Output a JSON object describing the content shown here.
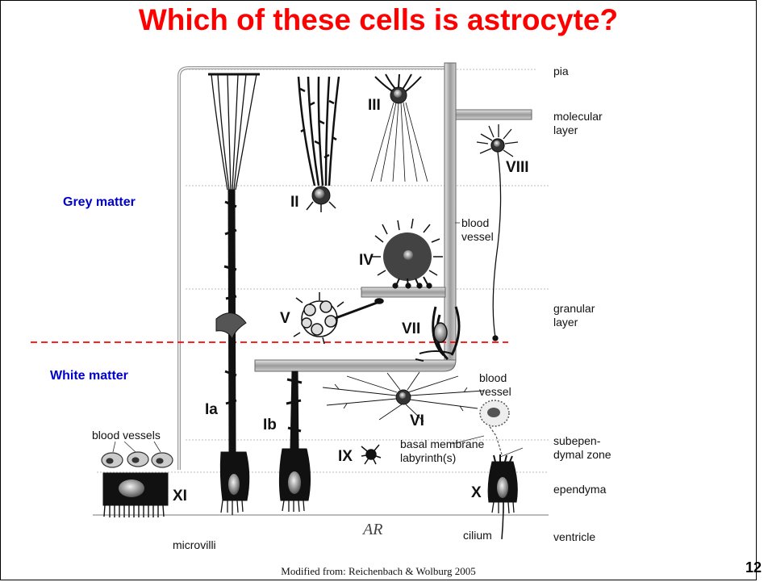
{
  "title": "Which of these cells is astrocyte?",
  "regions": {
    "grey": "Grey matter",
    "white": "White matter"
  },
  "layers": {
    "pia": "pia",
    "molecular_1": "molecular",
    "molecular_2": "layer",
    "granular_1": "granular",
    "granular_2": "layer",
    "subependymal_1": "subepen-",
    "subependymal_2": "dymal zone",
    "ependyma": "ependyma",
    "ventricle": "ventricle"
  },
  "cell_labels": {
    "Ia": "Ia",
    "Ib": "Ib",
    "II": "II",
    "III": "III",
    "IV": "IV",
    "V": "V",
    "VI": "VI",
    "VII": "VII",
    "VIII": "VIII",
    "IX": "IX",
    "X": "X",
    "XI": "XI"
  },
  "annotations": {
    "blood_vessel_a1": "blood",
    "blood_vessel_a2": "vessel",
    "blood_vessel_b1": "blood",
    "blood_vessel_b2": "vessel",
    "blood_vessels": "blood vessels",
    "basal_1": "basal membrane",
    "basal_2": "labyrinth(s)",
    "microvilli": "microvilli",
    "cilium": "cilium"
  },
  "artist_mark": "AR",
  "credit": "Modified from: Reichenbach & Wolburg 2005",
  "page_number": "12",
  "colors": {
    "title": "#ff0000",
    "region_label": "#0000cc",
    "boundary": "#ff0000"
  }
}
